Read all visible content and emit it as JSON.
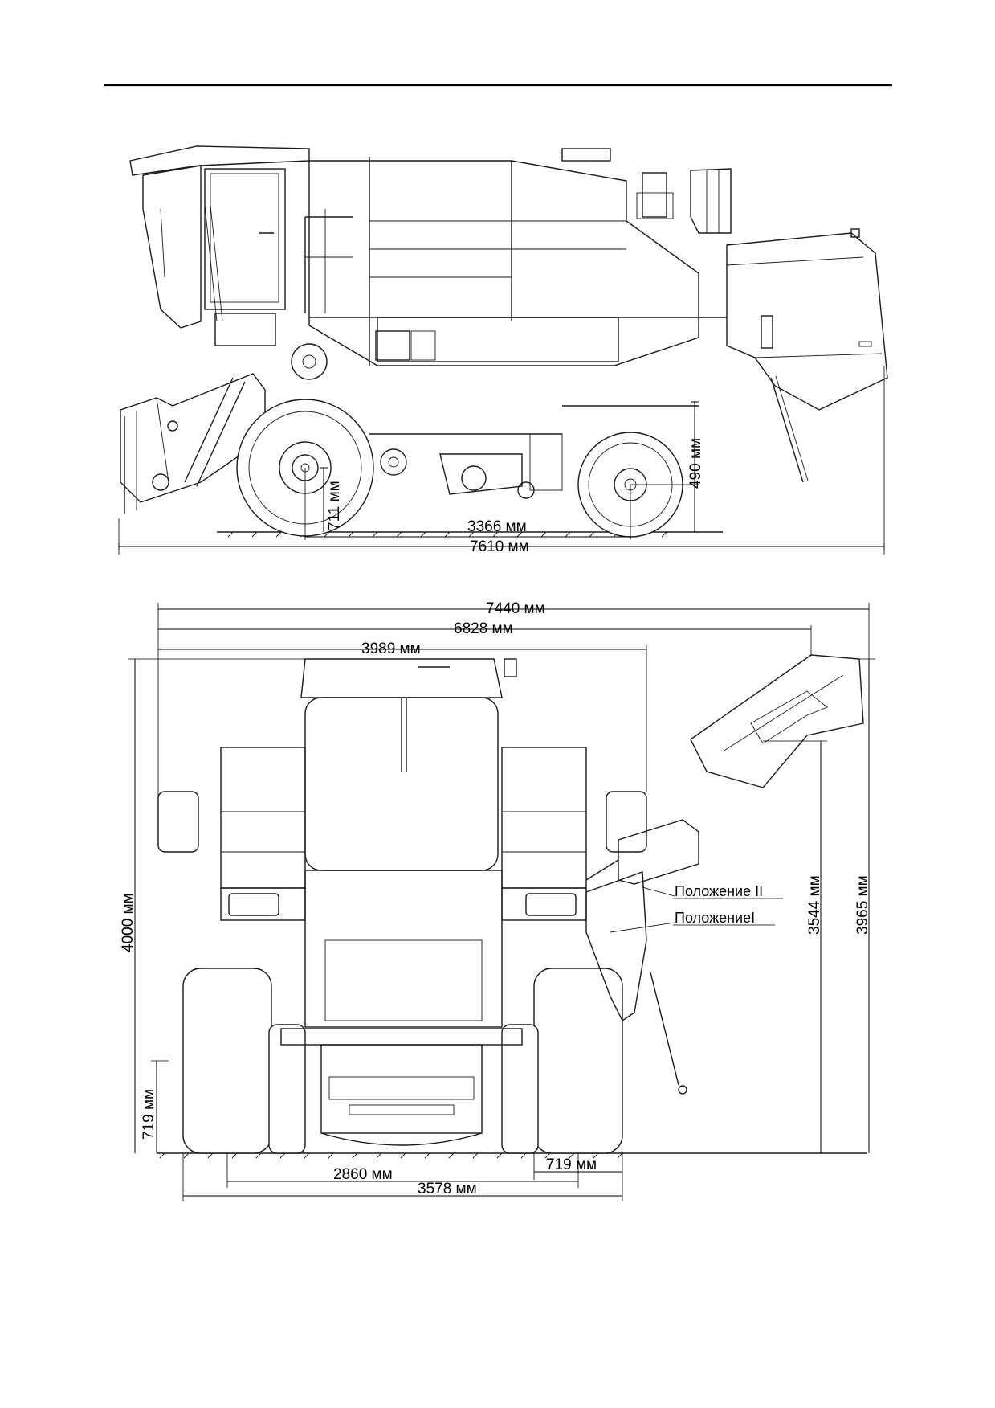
{
  "side_view": {
    "dimensions": {
      "wheelbase": "3366 мм",
      "overall_length": "7610 мм",
      "front_wheel_radius": "711 мм",
      "rear_wheel_radius": "490 мм"
    }
  },
  "front_view": {
    "dimensions": {
      "total_width": "7440 мм",
      "width_to_unloader": "6828 мм",
      "width_to_body": "3989 мм",
      "overall_height": "4000 мм",
      "unloader_height": "3544 мм",
      "unloader_max_height": "3965 мм",
      "ground_clearance_left": "719 мм",
      "track_width": "2860 мм",
      "outer_track_width": "3578 мм",
      "tire_width": "719 мм"
    },
    "labels": {
      "position_2": "Положение II",
      "position_1": "ПоложениеI"
    }
  }
}
